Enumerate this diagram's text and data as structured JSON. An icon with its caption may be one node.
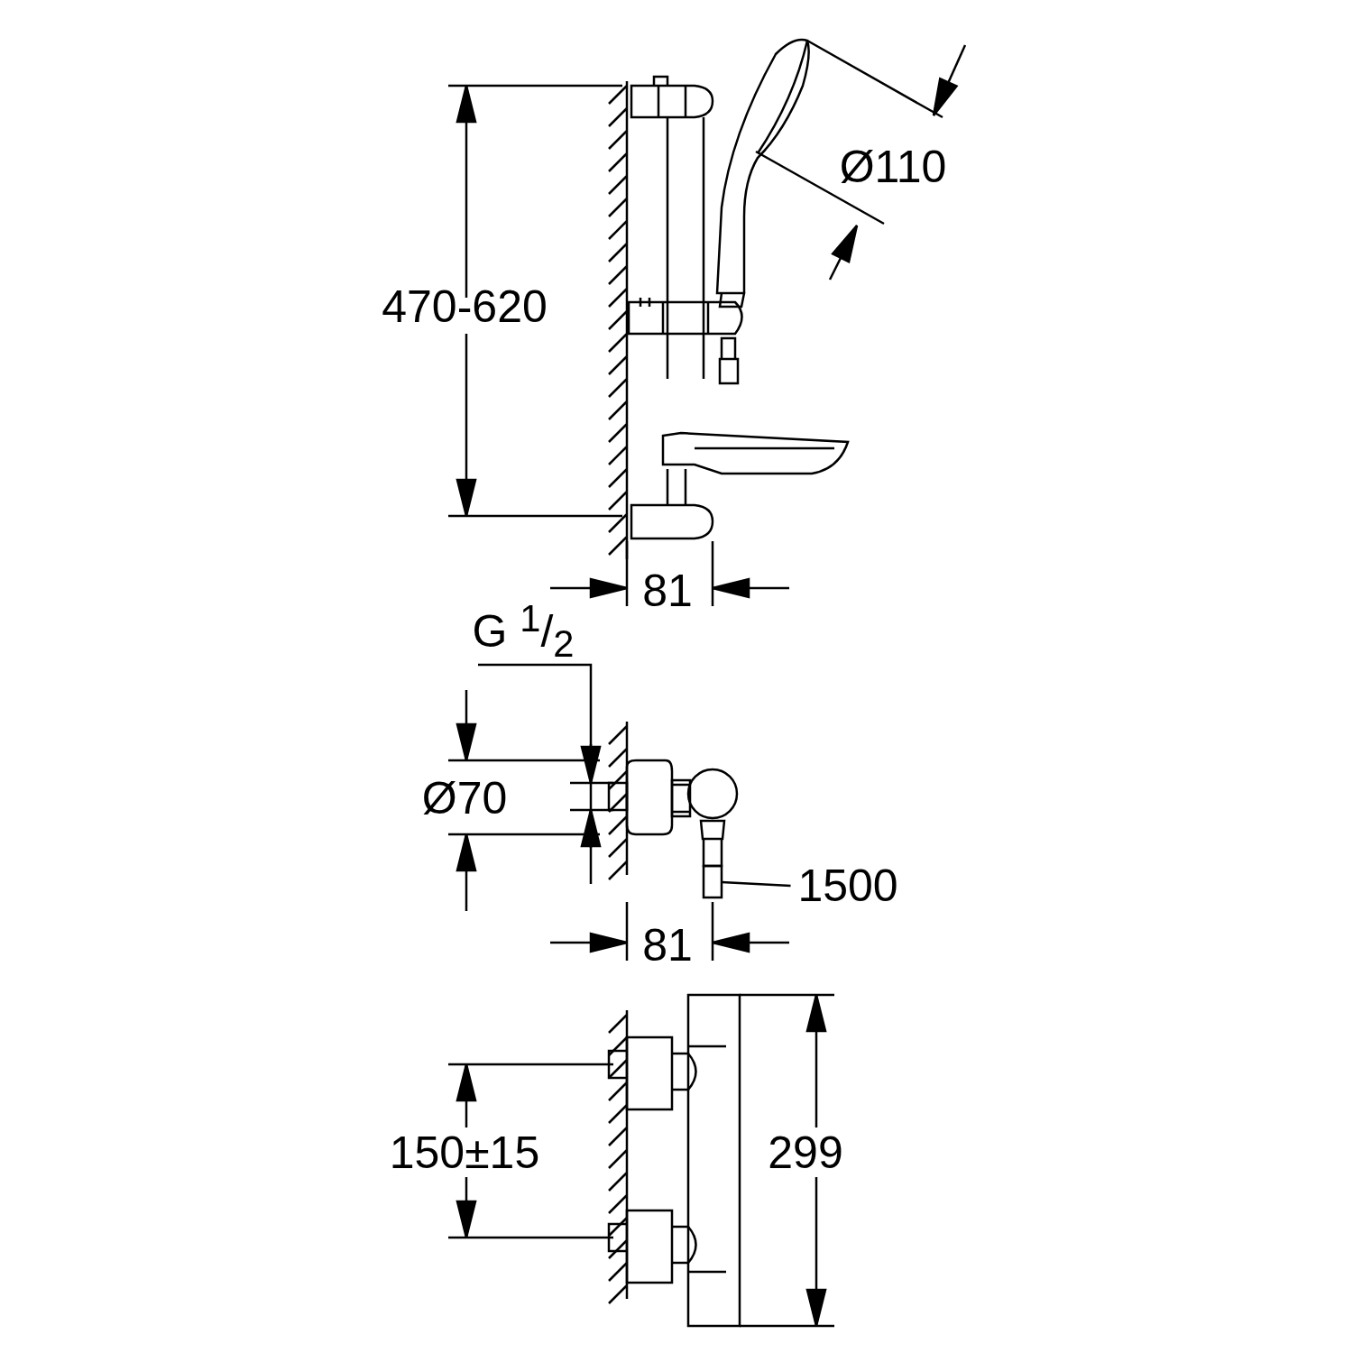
{
  "diagram": {
    "nodes": [
      {
        "text": [
          "1500"
        ]
      },
      {
        "text": [],
        "shape": "box"
      }
    ],
    "edges": [
      {
        "from": 0,
        "to": 1,
        "arrow": "none"
      }
    ],
    "labels": [
      "Ø110",
      "470-620",
      "81",
      "G $^{1}$/$_{2}$",
      "Ø70",
      "81",
      "150±15",
      "299"
    ]
  }
}
